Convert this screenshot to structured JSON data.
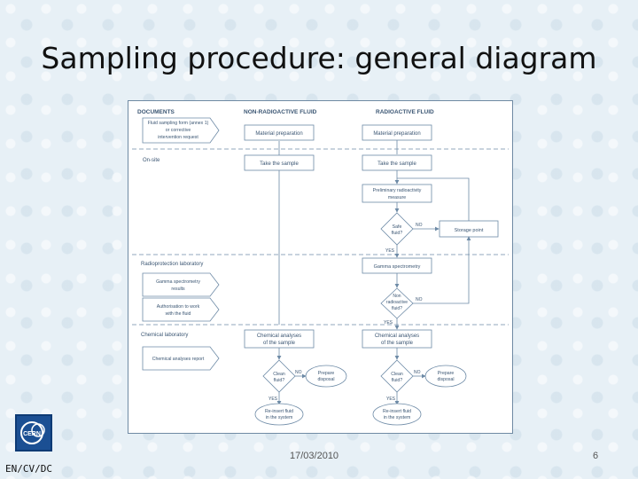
{
  "slide": {
    "title": "Sampling procedure: general diagram",
    "footer_left": "EN/CV/DC",
    "date": "17/03/2010",
    "page_number": "6"
  },
  "logo": {
    "text": "CERN"
  },
  "diagram": {
    "columns": {
      "documents": "DOCUMENTS",
      "non_radioactive": "NON-RADIOACTIVE FLUID",
      "radioactive": "RADIOACTIVE FLUID"
    },
    "lanes": {
      "on_site": "On-site",
      "radioprotection_lab": "Radioprotection laboratory",
      "chemical_lab": "Chemical laboratory"
    },
    "documents": {
      "sampling_form": "Fluid sampling form (annex 1) or corrective intervention request",
      "gamma_results": "Gamma spectrometry results",
      "authorisation": "Authorisation to work with the fluid",
      "chem_report": "Chemical analyses report"
    },
    "non_radioactive": {
      "material_prep": "Material preparation",
      "take_sample": "Take the sample",
      "chem_analyses": "Chemical analyses of the sample",
      "clean_fluid": "Clean fluid?",
      "prepare_disposal": "Prepare disposal",
      "re_insert": "Re-insert fluid in the system"
    },
    "radioactive": {
      "material_prep": "Material preparation",
      "take_sample": "Take the sample",
      "preliminary": "Preliminary radioactivity measure",
      "safe_fluid": "Safe fluid?",
      "storage": "Storage point",
      "gamma": "Gamma spectrometry",
      "non_radioactive_q": "Non radioactive fluid?",
      "chem_analyses": "Chemical analyses of the sample",
      "clean_fluid": "Clean fluid?",
      "prepare_disposal": "Prepare disposal",
      "re_insert": "Re-insert fluid in the system"
    },
    "answers": {
      "yes": "YES",
      "no": "NO"
    }
  },
  "colors": {
    "line": "#6d8aa6",
    "box_border": "#6d8aa6",
    "text": "#3b5673",
    "logo_bg": "#1b4f93"
  }
}
